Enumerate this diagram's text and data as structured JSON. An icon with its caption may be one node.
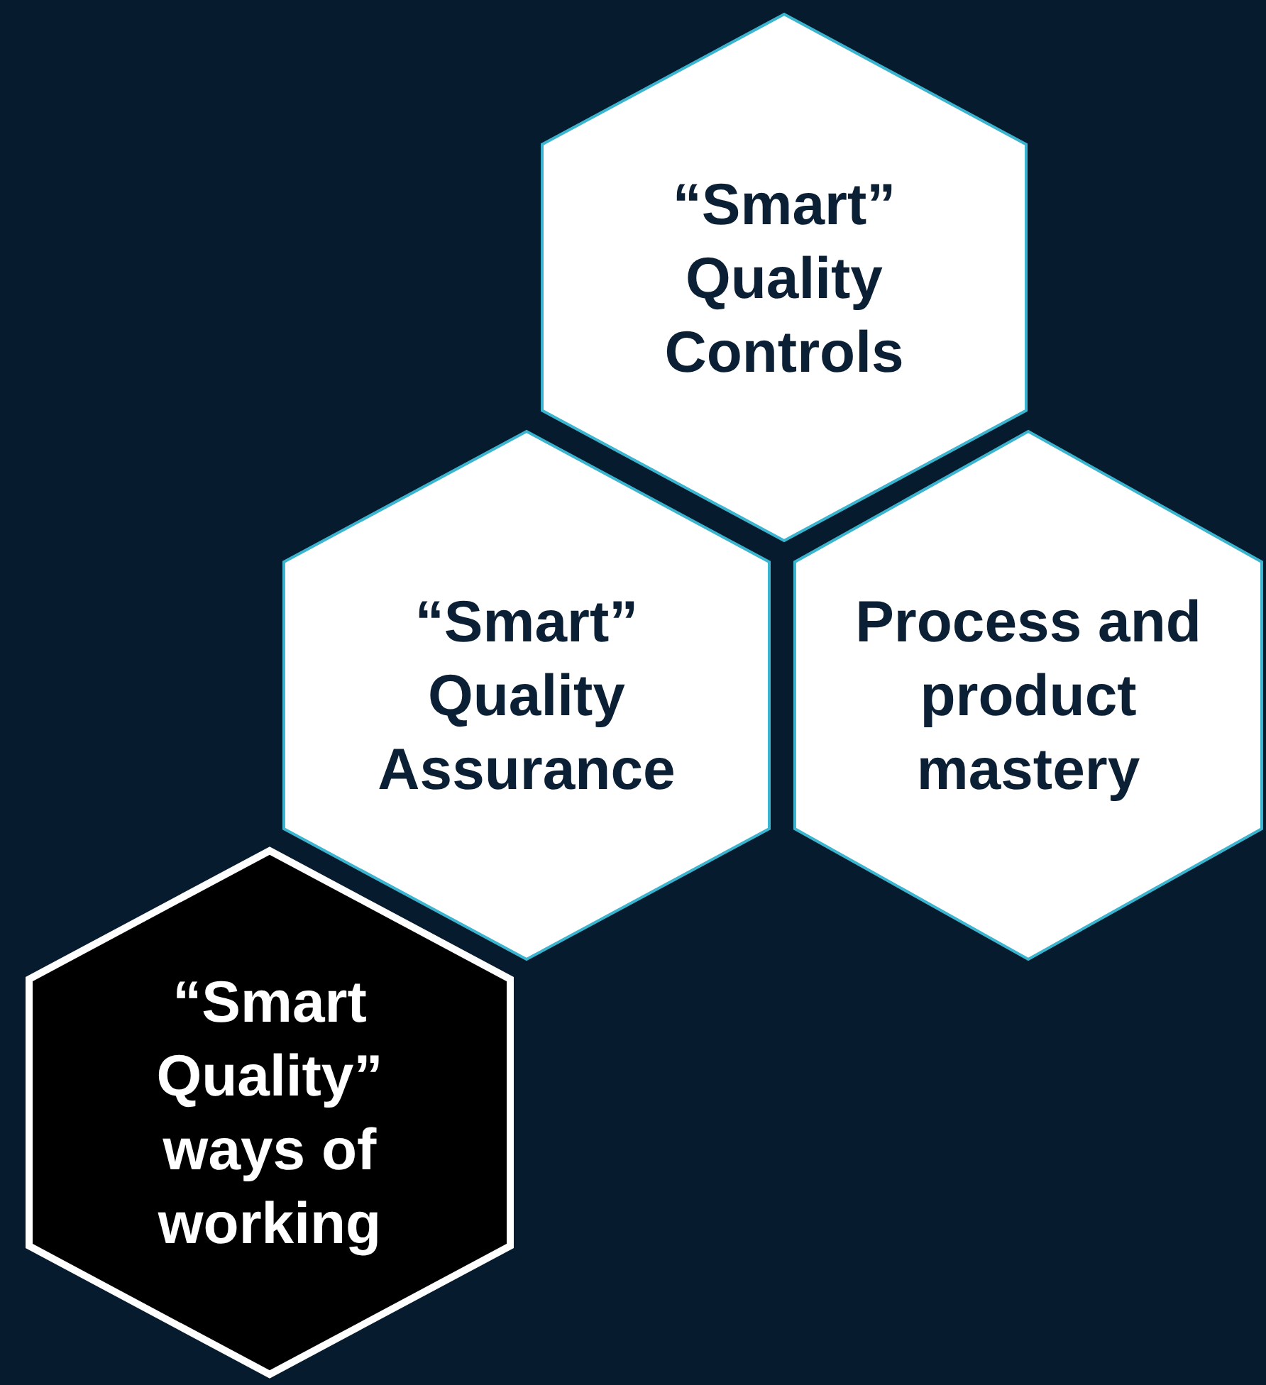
{
  "diagram": {
    "nodes": [
      {
        "text": [
          "“Smart” Quality Controls"
        ]
      },
      {
        "text": [
          "“Smart” Quality Assurance"
        ]
      },
      {
        "text": [
          "Process and product mastery"
        ]
      },
      {
        "text": [
          "“Smart Quality” ways of working"
        ]
      }
    ]
  }
}
